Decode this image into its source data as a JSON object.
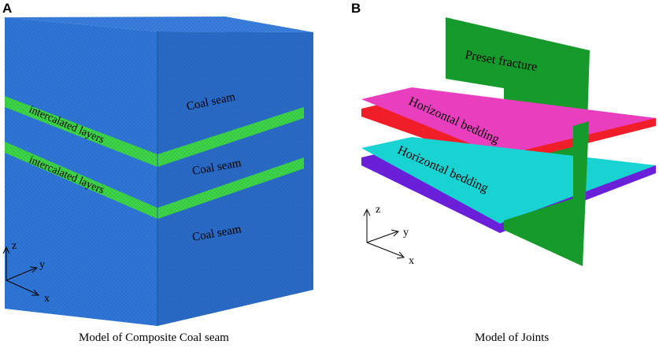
{
  "panels": {
    "a": {
      "letter": "A",
      "caption": "Model of Composite Coal seam",
      "labels": {
        "coal_seam_top": "Coal seam",
        "intercalated_1": "intercalated layers",
        "coal_seam_mid": "Coal seam",
        "intercalated_2": "intercalated layers",
        "coal_seam_bottom": "Coal seam"
      },
      "axes": {
        "z": "z",
        "y": "y",
        "x": "x"
      }
    },
    "b": {
      "letter": "B",
      "caption": "Model of Joints",
      "labels": {
        "preset_fracture": "Preset fracture",
        "bedding_1": "Horizontal bedding",
        "bedding_2": "Horizontal bedding"
      },
      "axes": {
        "z": "z",
        "y": "y",
        "x": "x"
      }
    }
  },
  "colors": {
    "coal_front": "#2f76d6",
    "coal_side": "#2a6ac4",
    "coal_top": "#3b7fdc",
    "intercalated": "#3fd54a",
    "fracture": "#169a2b",
    "bedding_upper_top": "#e93fbf",
    "bedding_upper_bottom": "#f01e28",
    "bedding_lower_top": "#19d3d3",
    "bedding_lower_bottom": "#6a1fd9"
  }
}
